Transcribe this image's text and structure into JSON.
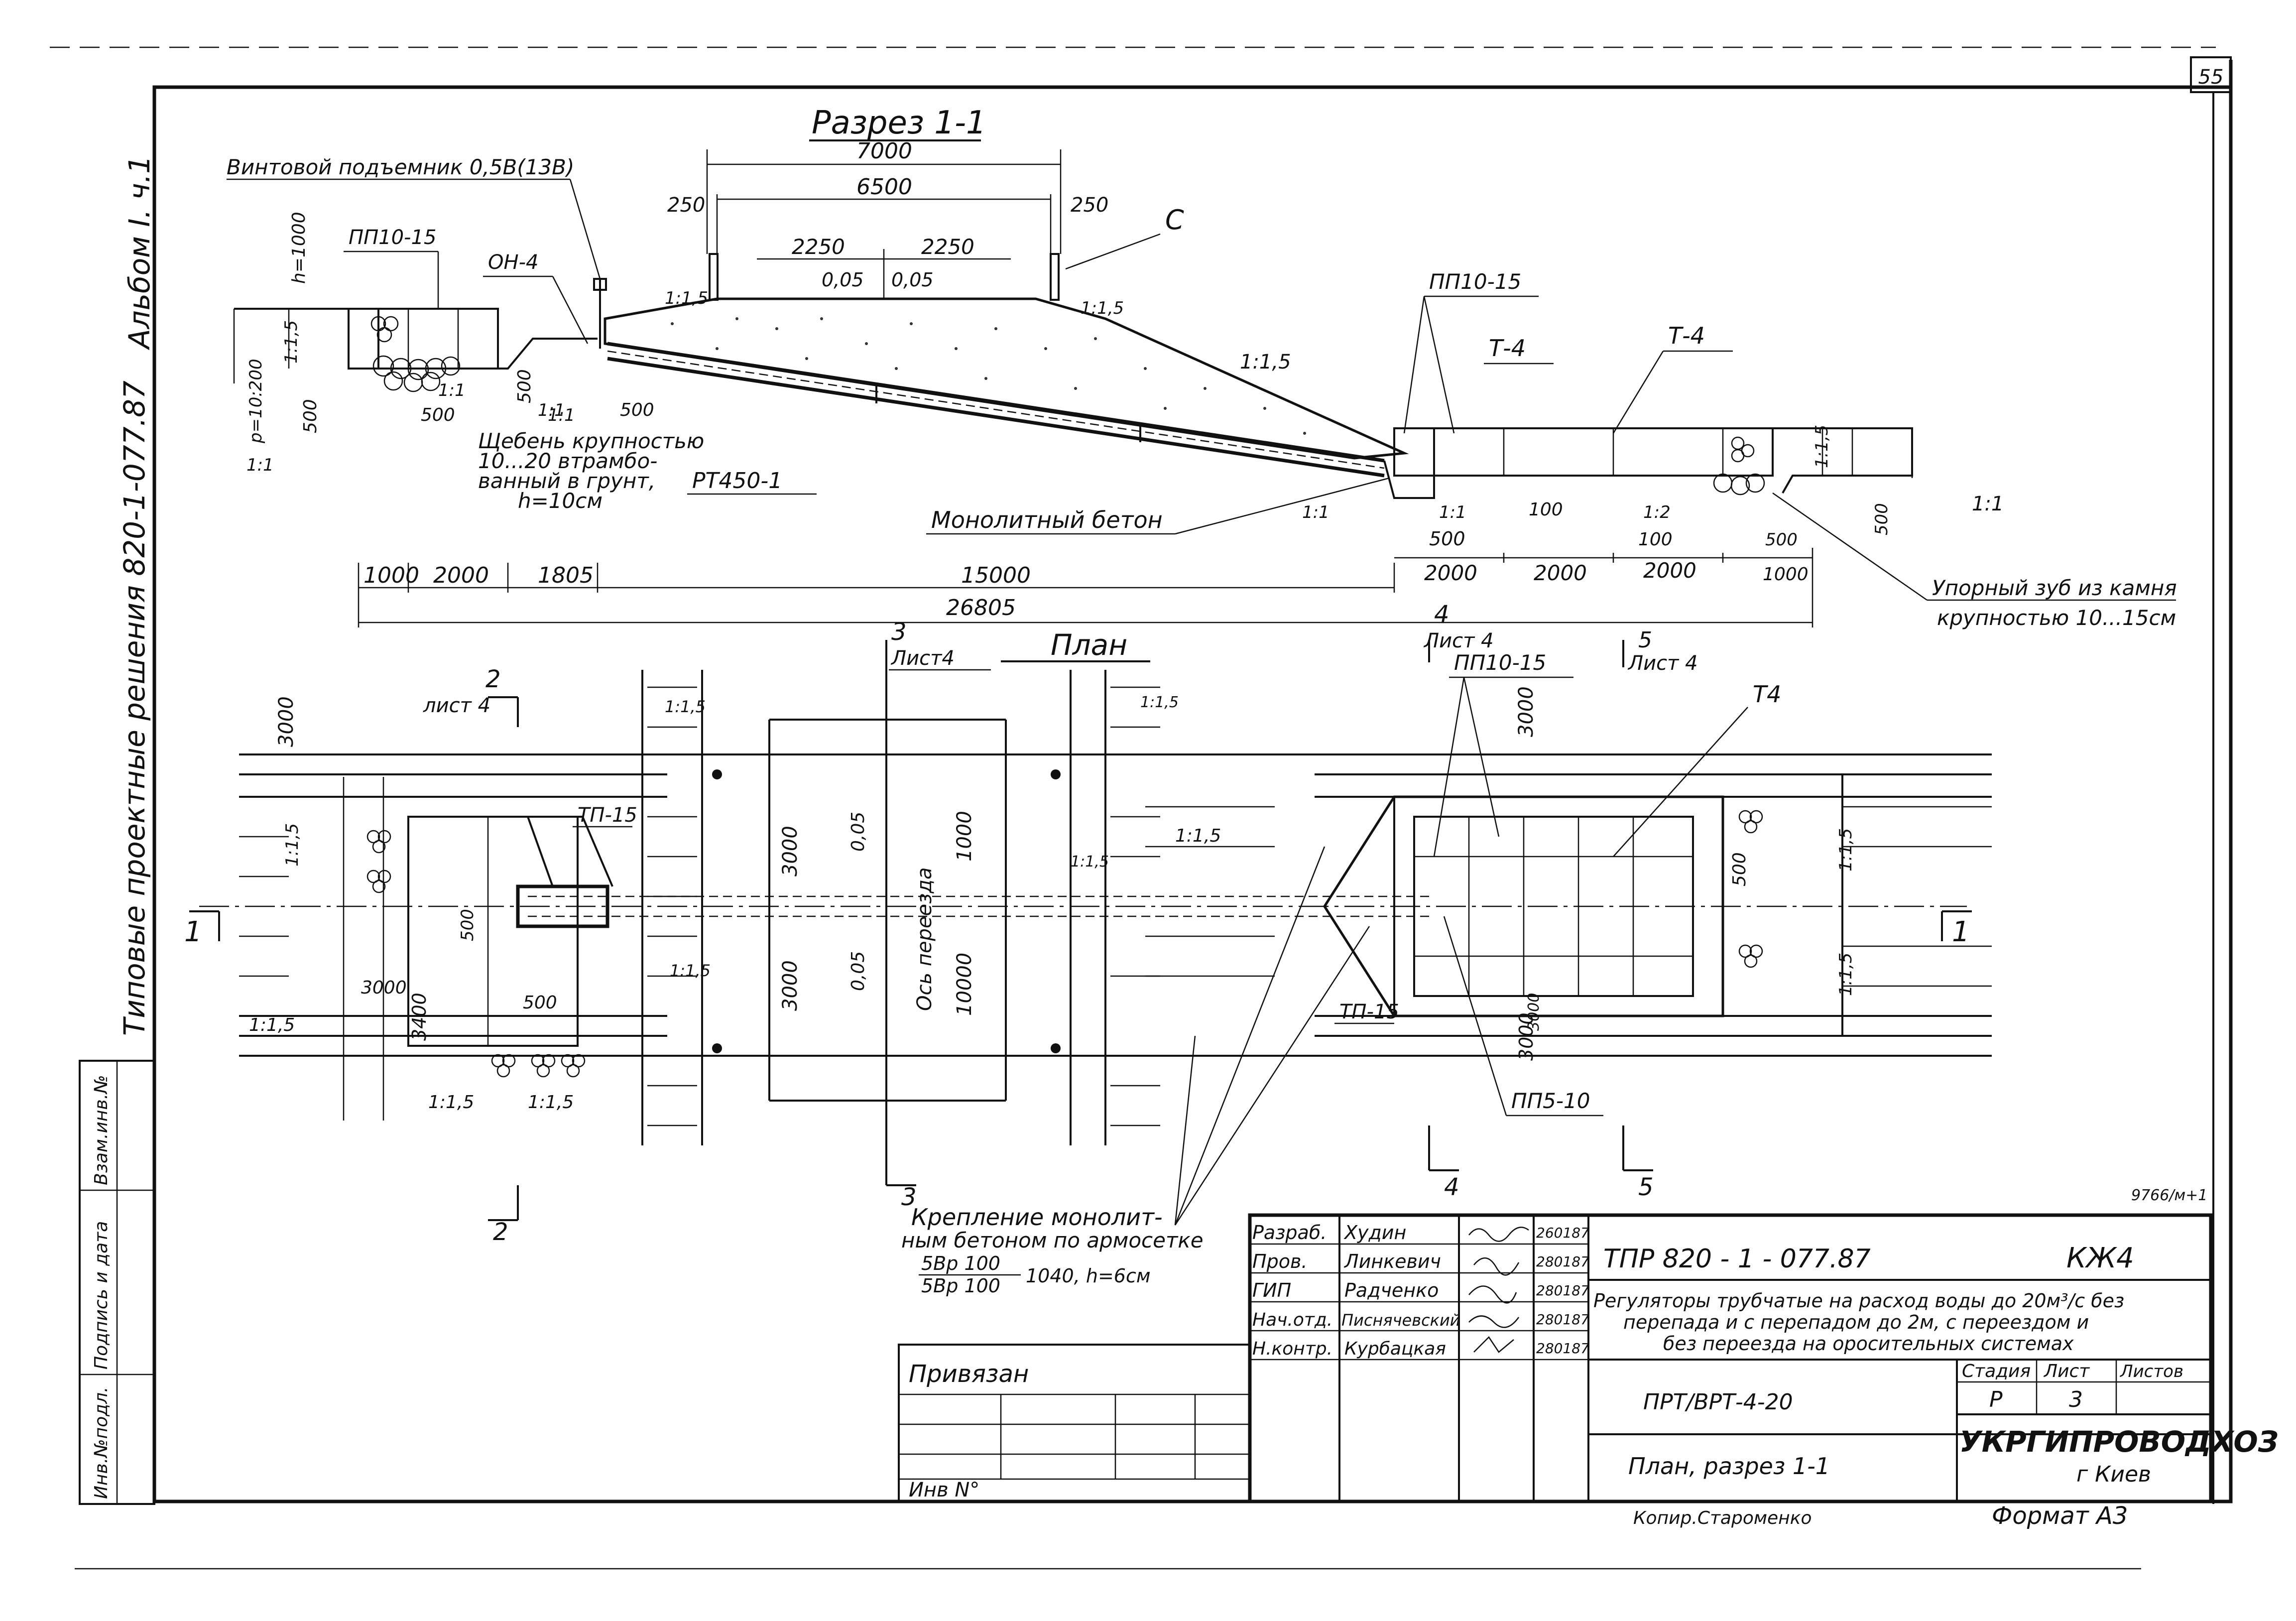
{
  "sheet": {
    "page_number": "55",
    "album": "Альбом I. ч.1",
    "series": "Типовые проектные решения 820-1-077.87",
    "copyist": "Копир.Староменко",
    "format": "Формат А3",
    "ref_code": "9766/м+1"
  },
  "section": {
    "title": "Разрез 1-1",
    "labels": {
      "screw_lift": "Винтовой подъемник 0,5В(13В)",
      "c_label": "С",
      "pp10_15_left": "ПП10-15",
      "on4": "ОН-4",
      "h1000": "h=1000",
      "p_ratio": "р=10:200",
      "crushed_stone_1": "Щебень крупностью",
      "crushed_stone_2": "10...20  втрамбо-",
      "crushed_stone_3": "ванный в грунт,",
      "crushed_stone_4": "h=10см",
      "pt450": "РТ450-1",
      "monolithic_concrete": "Монолитный бетон",
      "pp10_15_right": "ПП10-15",
      "t4_a": "Т-4",
      "t4_b": "Т-4",
      "stop_tooth_1": "Упорный зуб из камня",
      "stop_tooth_2": "крупностью  10...15см"
    },
    "slopes": [
      "1:1,5",
      "1:1,5",
      "1:1,5",
      "1:1,5",
      "1:1,5",
      "1:1",
      "1:1",
      "1:1",
      "1:1",
      "1:1",
      "1:2",
      "1:1",
      "1:1"
    ],
    "top_dims": {
      "d7000": "7000",
      "d6500": "6500",
      "d250a": "250",
      "d250b": "250",
      "d2250a": "2250",
      "d2250b": "2250",
      "d005a": "0,05",
      "d005b": "0,05"
    },
    "small_dims": {
      "d500a": "500",
      "d500b": "500",
      "d500c": "500",
      "d500d": "500",
      "d500e": "500",
      "d500f": "500",
      "d500g": "500",
      "d100a": "100",
      "d100b": "100"
    },
    "bottom_dims_1": [
      "1000",
      "2000",
      "1805",
      "15000",
      "2000",
      "2000",
      "2000"
    ],
    "bottom_dims_2": [
      "26805",
      "1000"
    ]
  },
  "plan": {
    "title": "План",
    "labels": {
      "pp10_15": "ПП10-15",
      "t4": "Т4",
      "tp15_left": "ТП-15",
      "tp15_right": "ТП-15",
      "pp5_10": "ПП5-10",
      "crossing_axis": "Ось переезда",
      "reinf_1": "Крепление монолит-",
      "reinf_2": "ным бетоном по армосетке",
      "reinf_3a": "5Вр 100",
      "reinf_3b": "5Вр 100",
      "reinf_3c": "1040, h=6см"
    },
    "section_marks": {
      "m1_left": "1",
      "m1_right": "1",
      "m2_top": "2",
      "m2_top_sheet": "лист 4",
      "m2_bottom": "2",
      "m3_top": "3",
      "m3_top_sheet": "Лист4",
      "m3_bottom": "3",
      "m4_top": "4",
      "m4_top_sheet": "Лист 4",
      "m4_bottom": "4",
      "m5_top": "5",
      "m5_top_sheet": "Лист 4",
      "m5_bottom": "5"
    },
    "dims": {
      "d3000_left": "3000",
      "d3000_top": "3000",
      "d3000_a": "3000",
      "d3000_b": "3000",
      "d005a": "0,05",
      "d005b": "0,05",
      "d1000": "1000",
      "d10000": "10000",
      "d3000_lower": "3000",
      "d3400": "3400",
      "d500a": "500",
      "d500b": "500",
      "d500c": "500",
      "d3000_right": "3000",
      "d3000_right_b": "3000"
    },
    "slopes": [
      "1:1,5",
      "1:1,5",
      "1:1,5",
      "1:1,5",
      "1:1,5",
      "1:1,5",
      "1:1,5",
      "1:1,5",
      "1:1,5",
      "1:1,5",
      "1:1,5"
    ]
  },
  "side_stamp": {
    "col1": "Инв.№подл.",
    "col2": "Подпись и дата",
    "col3": "Взам.инв.№"
  },
  "title_block": {
    "attached": "Привязан",
    "inv_no": "Инв N°",
    "roles": [
      "Разраб.",
      "Пров.",
      "ГИП",
      "Нач.отд.",
      "Н.контр."
    ],
    "names": [
      "Худин",
      "Линкевич",
      "Радченко",
      "Писнячевский",
      "Курбацкая"
    ],
    "dates": [
      "260187",
      "280187",
      "280187",
      "280187",
      "280187"
    ],
    "doc_code": "ТПР   820 - 1 - 077.87",
    "sheet_mark": "КЖ4",
    "description_1": "Регуляторы трубчатые на расход воды до 20м³/с без",
    "description_2": "перепада и с перепадом до 2м, с переездом и",
    "description_3": "без переезда на оросительных системах",
    "stage_header": "Стадия",
    "sheet_header": "Лист",
    "sheets_header": "Листов",
    "stage": "Р",
    "sheet": "3",
    "product": "ПРТ/ВРТ-4-20",
    "drawing_name": "План, разрез 1-1",
    "org_1": "УКРГИПРОВОДХОЗ",
    "org_2": "г Киев"
  }
}
